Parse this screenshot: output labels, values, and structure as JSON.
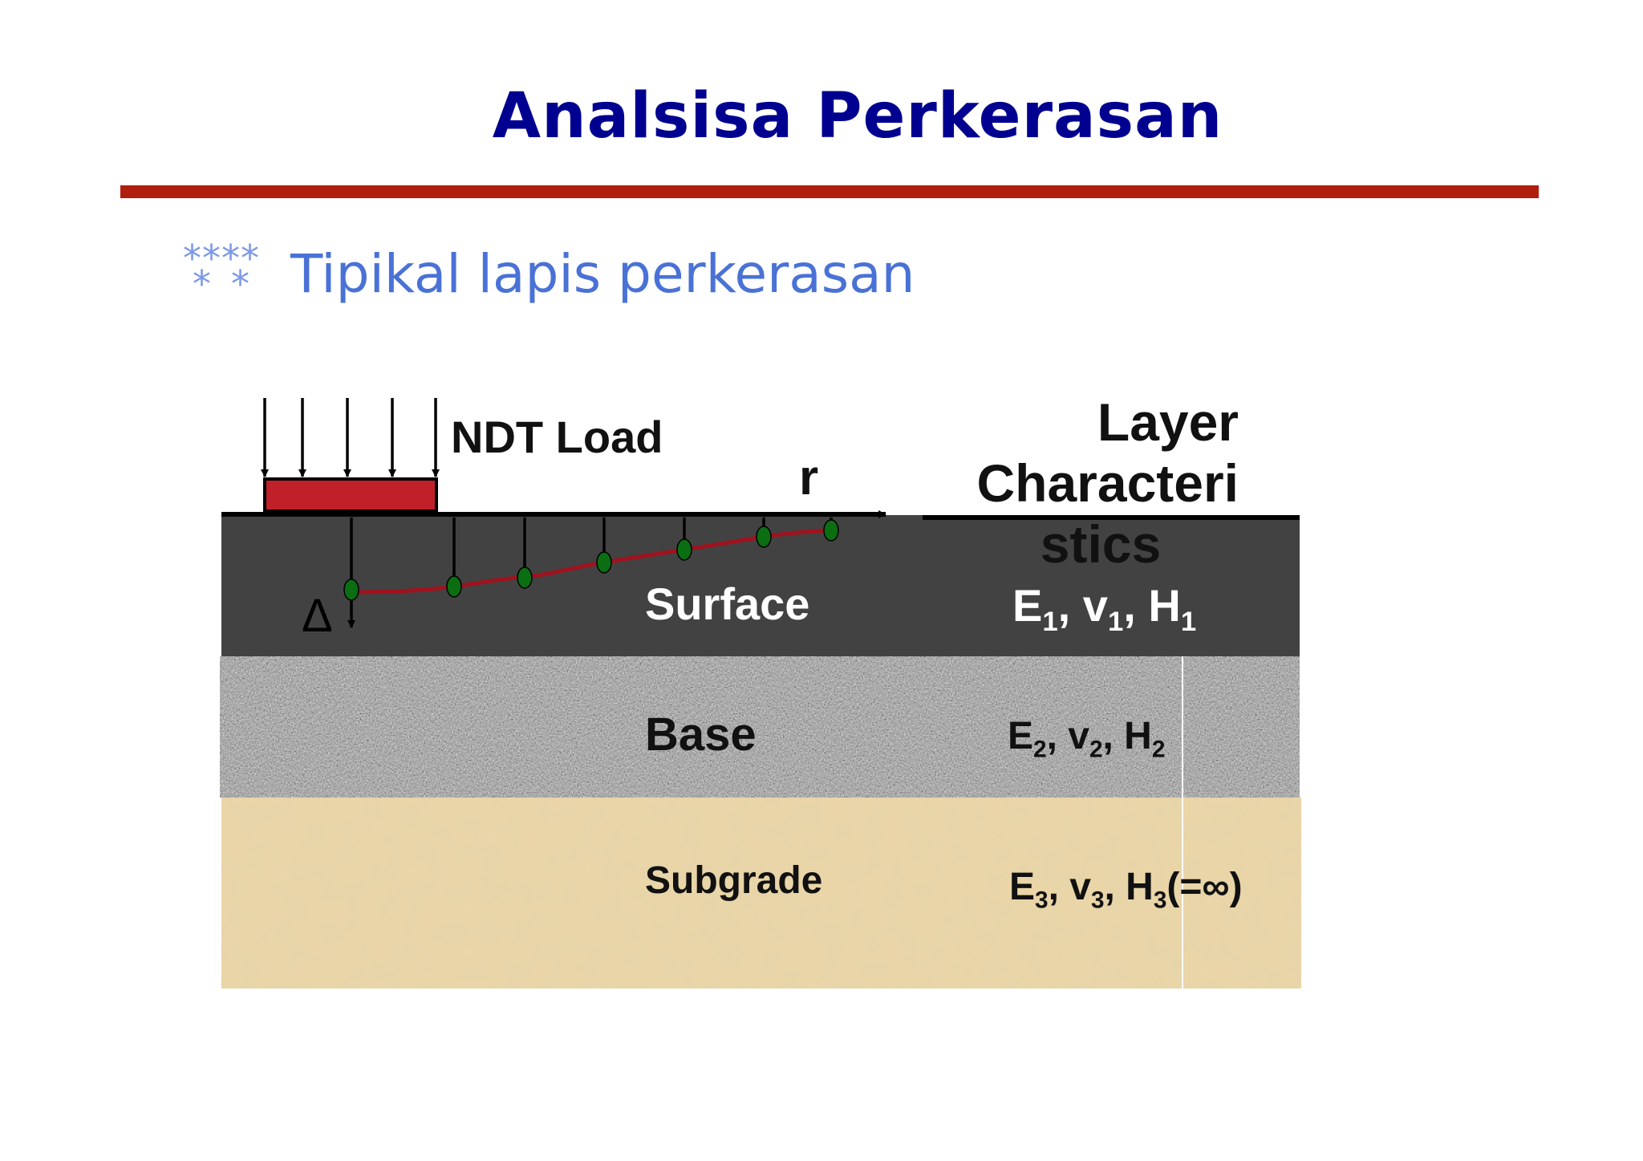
{
  "slide": {
    "title": "Analsisa Perkerasan",
    "bullet_text": "Tipikal lapis perkerasan",
    "bullet_icon": "snowflake-asterisk-icon"
  },
  "diagram": {
    "load_label": "NDT Load",
    "r_label": "r",
    "header": {
      "line1": "Layer",
      "line2": "Characteri",
      "line3": "stics"
    },
    "deflection_symbol": "Δ",
    "layers": [
      {
        "name": "Surface",
        "e": "E",
        "v": "v",
        "h": "H",
        "sub": "1",
        "suffix": ""
      },
      {
        "name": "Base",
        "e": "E",
        "v": "v",
        "h": "H",
        "sub": "2",
        "suffix": ""
      },
      {
        "name": "Subgrade",
        "e": "E",
        "v": "v",
        "h": "H",
        "sub": "3",
        "suffix": "(=∞)"
      }
    ],
    "colors": {
      "surface": "#424242",
      "load_plate": "#c0202a",
      "deflection_curve": "#a0121f",
      "sensor": "#0b6e12",
      "subgrade": "#ead6a8",
      "base": "#9a9a9a"
    }
  }
}
